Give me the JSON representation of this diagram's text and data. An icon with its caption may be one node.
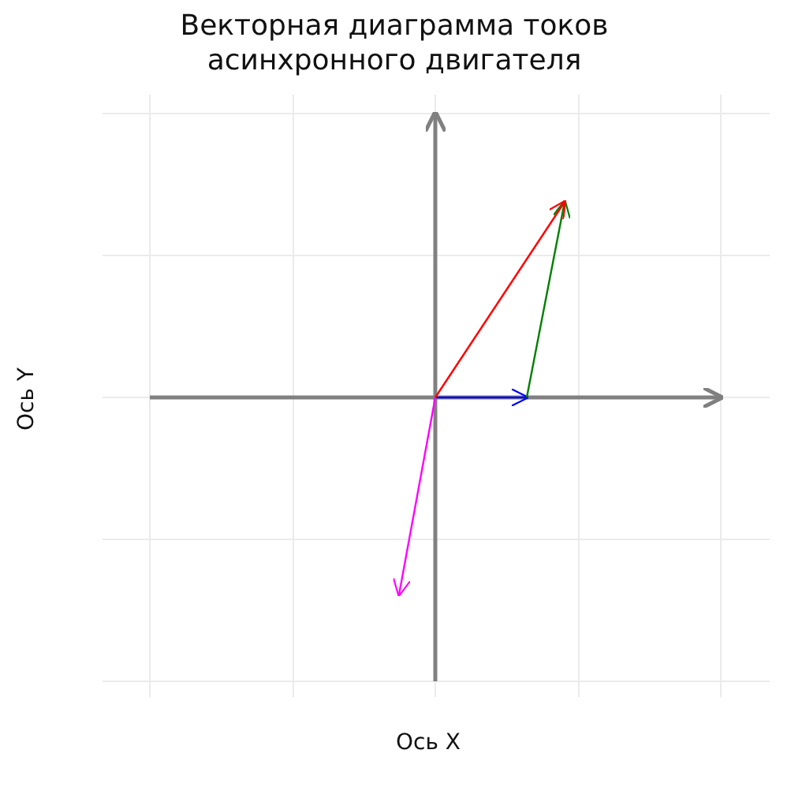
{
  "diagram": {
    "title": "Векторная диаграмма токов асинхронного двигателя",
    "labels": [
      "Ось Y",
      "Ось X"
    ]
  }
}
